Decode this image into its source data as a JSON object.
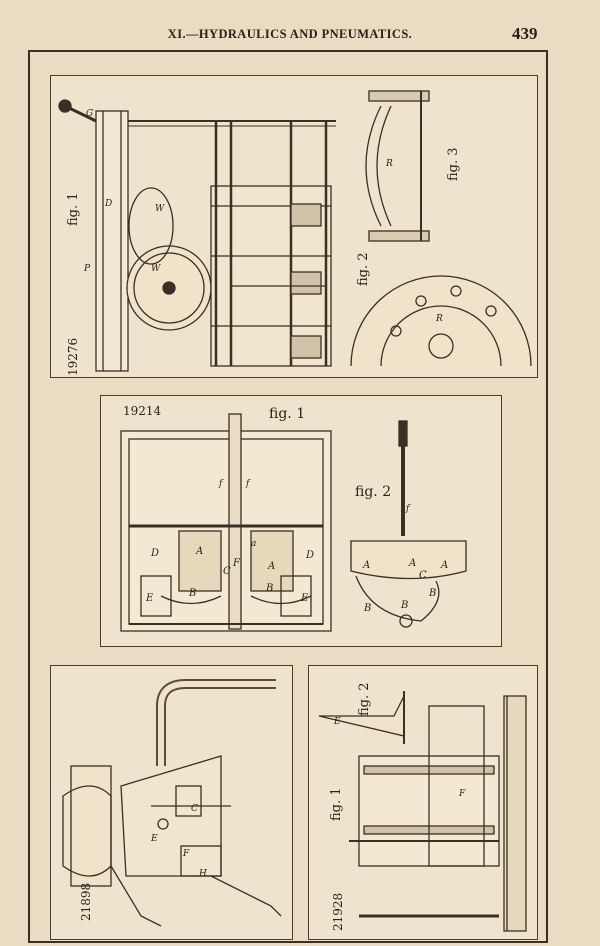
{
  "header": {
    "title": "XI.—HYDRAULICS AND PNEUMATICS.",
    "page_number": "439"
  },
  "panels": {
    "p19276": {
      "number": "19276",
      "figures": [
        "fig. 1",
        "fig. 2",
        "fig. 3"
      ]
    },
    "p19214": {
      "number": "19214",
      "figures": [
        "fig. 1",
        "fig. 2"
      ],
      "letters": [
        "D",
        "A",
        "C",
        "F",
        "A",
        "D",
        "E",
        "B",
        "B",
        "E",
        "A",
        "A",
        "C",
        "A",
        "B",
        "B",
        "B",
        "a",
        "f",
        "f",
        "f"
      ]
    },
    "p21898": {
      "number": "21898"
    },
    "p21928": {
      "number": "21928",
      "figures": [
        "fig. 1",
        "fig. 2"
      ]
    }
  }
}
